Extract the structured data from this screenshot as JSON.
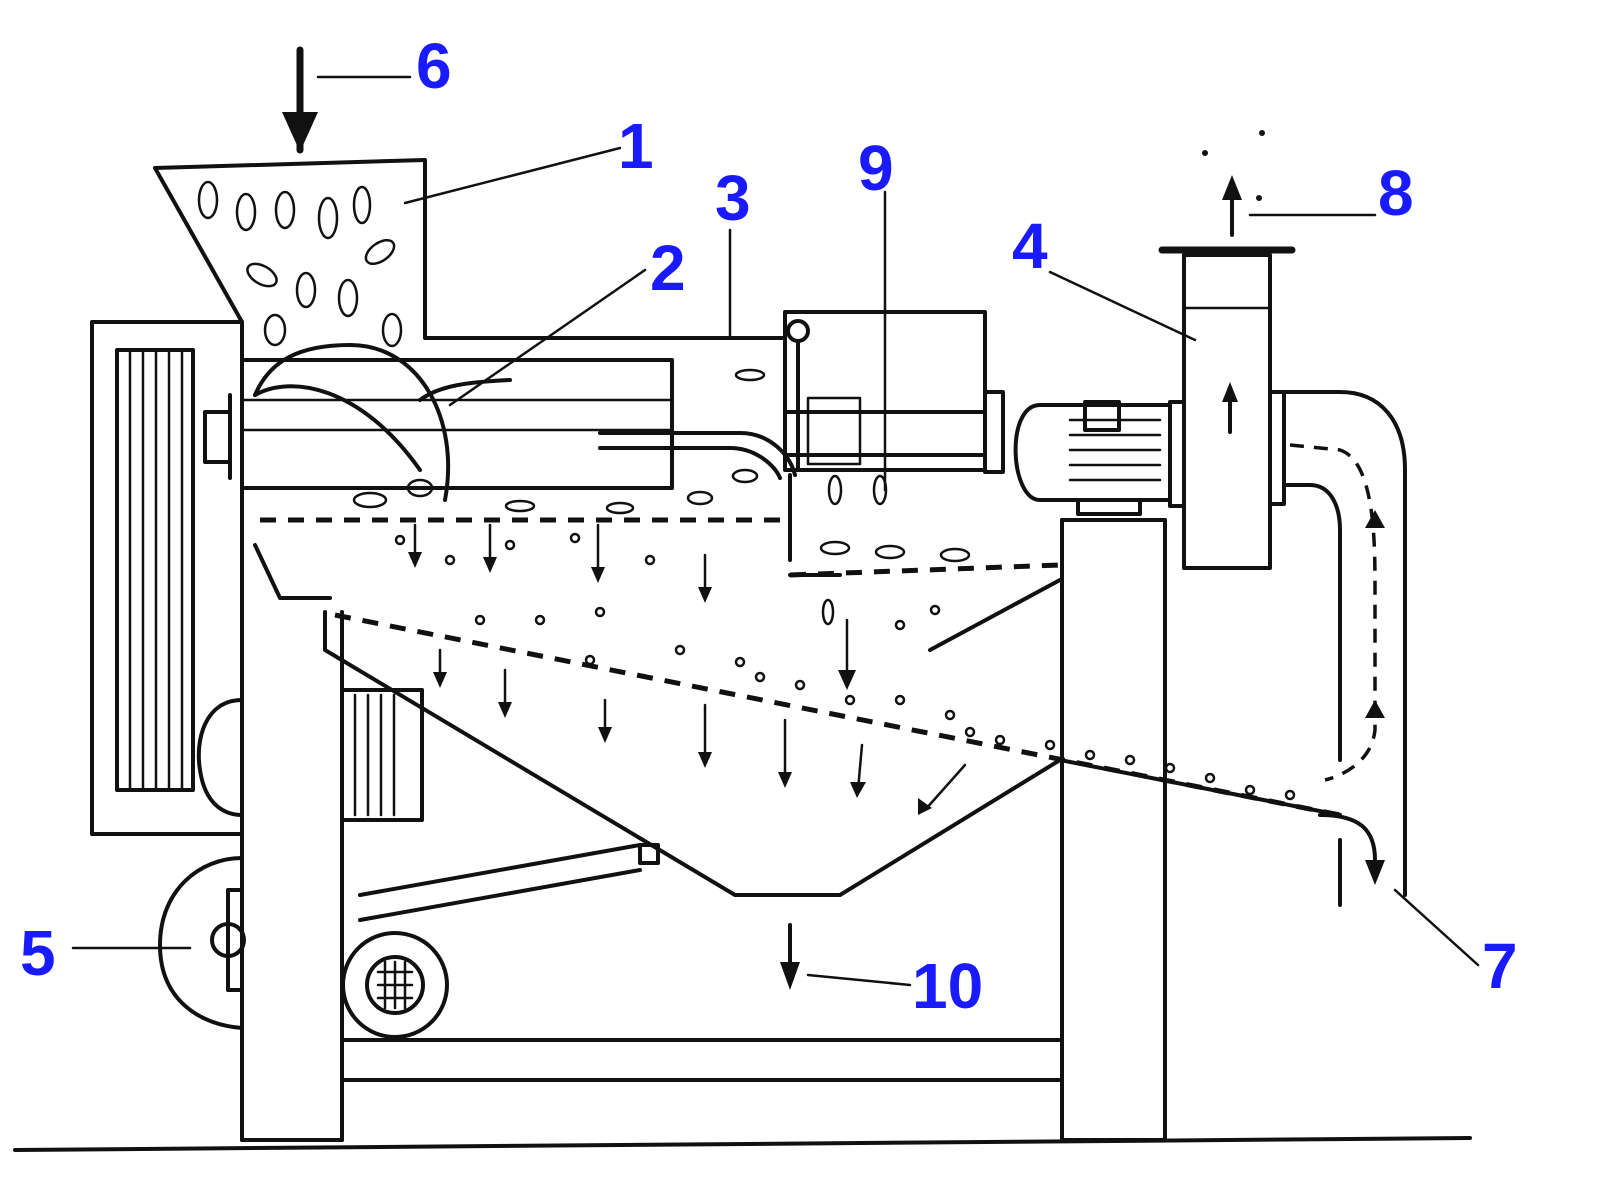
{
  "labels": [
    {
      "id": "1",
      "text": "1"
    },
    {
      "id": "2",
      "text": "2"
    },
    {
      "id": "3",
      "text": "3"
    },
    {
      "id": "4",
      "text": "4"
    },
    {
      "id": "5",
      "text": "5"
    },
    {
      "id": "6",
      "text": "6"
    },
    {
      "id": "7",
      "text": "7"
    },
    {
      "id": "8",
      "text": "8"
    },
    {
      "id": "9",
      "text": "9"
    },
    {
      "id": "10",
      "text": "10"
    }
  ],
  "colors": {
    "label": "#1a1aff",
    "ink": "#111111",
    "background": "#ffffff"
  }
}
